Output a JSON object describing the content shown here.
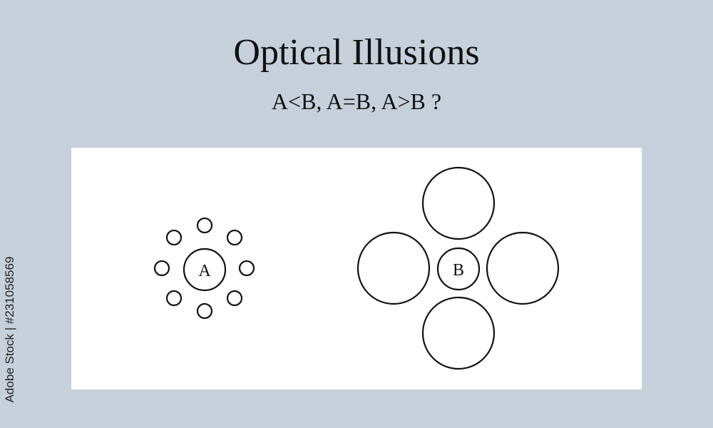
{
  "title": "Optical Illusions",
  "subtitle": "A<B, A=B, A>B ?",
  "labels": {
    "a": "A",
    "b": "B"
  },
  "watermark": "Adobe Stock | #231058569",
  "colors": {
    "background": "#c6d0da",
    "panel": "#ffffff",
    "stroke": "#111111"
  }
}
